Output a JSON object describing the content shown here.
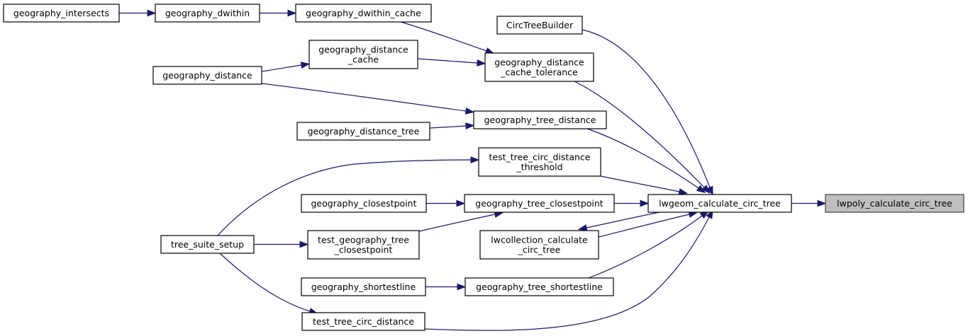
{
  "graph": {
    "title": "Caller graph for lwpoly_calculate_circ_tree",
    "colors": {
      "edge": "#191970",
      "node_fill": "#ffffff",
      "selected_fill": "#bfbfbf",
      "border": "#000000"
    },
    "nodes": [
      {
        "id": "geography_intersects",
        "lines": [
          "geography_intersects"
        ]
      },
      {
        "id": "geography_dwithin",
        "lines": [
          "geography_dwithin"
        ]
      },
      {
        "id": "geography_dwithin_cache",
        "lines": [
          "geography_dwithin_cache"
        ]
      },
      {
        "id": "CircTreeBuilder",
        "lines": [
          "CircTreeBuilder"
        ]
      },
      {
        "id": "geography_distance_cache",
        "lines": [
          "geography_distance",
          "_cache"
        ]
      },
      {
        "id": "geography_distance_cache_tolerance",
        "lines": [
          "geography_distance",
          "_cache_tolerance"
        ]
      },
      {
        "id": "geography_distance",
        "lines": [
          "geography_distance"
        ]
      },
      {
        "id": "geography_tree_distance",
        "lines": [
          "geography_tree_distance"
        ]
      },
      {
        "id": "geography_distance_tree",
        "lines": [
          "geography_distance_tree"
        ]
      },
      {
        "id": "test_tree_circ_distance_threshold",
        "lines": [
          "test_tree_circ_distance",
          "_threshold"
        ]
      },
      {
        "id": "geography_closestpoint",
        "lines": [
          "geography_closestpoint"
        ]
      },
      {
        "id": "geography_tree_closestpoint",
        "lines": [
          "geography_tree_closestpoint"
        ]
      },
      {
        "id": "lwgeom_calculate_circ_tree",
        "lines": [
          "lwgeom_calculate_circ_tree"
        ]
      },
      {
        "id": "lwpoly_calculate_circ_tree",
        "lines": [
          "lwpoly_calculate_circ_tree"
        ],
        "selected": true
      },
      {
        "id": "tree_suite_setup",
        "lines": [
          "tree_suite_setup"
        ]
      },
      {
        "id": "test_geography_tree_closestpoint",
        "lines": [
          "test_geography_tree",
          "_closestpoint"
        ]
      },
      {
        "id": "lwcollection_calculate_circ_tree",
        "lines": [
          "lwcollection_calculate",
          "_circ_tree"
        ]
      },
      {
        "id": "geography_shortestline",
        "lines": [
          "geography_shortestline"
        ]
      },
      {
        "id": "geography_tree_shortestline",
        "lines": [
          "geography_tree_shortestline"
        ]
      },
      {
        "id": "test_tree_circ_distance",
        "lines": [
          "test_tree_circ_distance"
        ]
      }
    ],
    "edges": [
      {
        "from": "geography_intersects",
        "to": "geography_dwithin"
      },
      {
        "from": "geography_dwithin",
        "to": "geography_dwithin_cache"
      },
      {
        "from": "geography_dwithin_cache",
        "to": "geography_distance_cache_tolerance"
      },
      {
        "from": "geography_distance",
        "to": "geography_distance_cache"
      },
      {
        "from": "geography_distance_cache",
        "to": "geography_distance_cache_tolerance"
      },
      {
        "from": "geography_distance",
        "to": "geography_tree_distance"
      },
      {
        "from": "geography_distance_tree",
        "to": "geography_tree_distance"
      },
      {
        "from": "CircTreeBuilder",
        "to": "lwgeom_calculate_circ_tree"
      },
      {
        "from": "geography_distance_cache_tolerance",
        "to": "lwgeom_calculate_circ_tree"
      },
      {
        "from": "geography_tree_distance",
        "to": "lwgeom_calculate_circ_tree"
      },
      {
        "from": "test_tree_circ_distance_threshold",
        "to": "lwgeom_calculate_circ_tree"
      },
      {
        "from": "tree_suite_setup",
        "to": "test_tree_circ_distance_threshold"
      },
      {
        "from": "geography_closestpoint",
        "to": "geography_tree_closestpoint"
      },
      {
        "from": "geography_tree_closestpoint",
        "to": "lwgeom_calculate_circ_tree"
      },
      {
        "from": "test_geography_tree_closestpoint",
        "to": "geography_tree_closestpoint"
      },
      {
        "from": "tree_suite_setup",
        "to": "test_geography_tree_closestpoint"
      },
      {
        "from": "lwgeom_calculate_circ_tree",
        "to": "lwcollection_calculate_circ_tree"
      },
      {
        "from": "lwcollection_calculate_circ_tree",
        "to": "lwgeom_calculate_circ_tree"
      },
      {
        "from": "geography_shortestline",
        "to": "geography_tree_shortestline"
      },
      {
        "from": "geography_tree_shortestline",
        "to": "lwgeom_calculate_circ_tree"
      },
      {
        "from": "tree_suite_setup",
        "to": "test_tree_circ_distance"
      },
      {
        "from": "test_tree_circ_distance",
        "to": "lwgeom_calculate_circ_tree"
      },
      {
        "from": "lwgeom_calculate_circ_tree",
        "to": "lwpoly_calculate_circ_tree"
      }
    ]
  }
}
